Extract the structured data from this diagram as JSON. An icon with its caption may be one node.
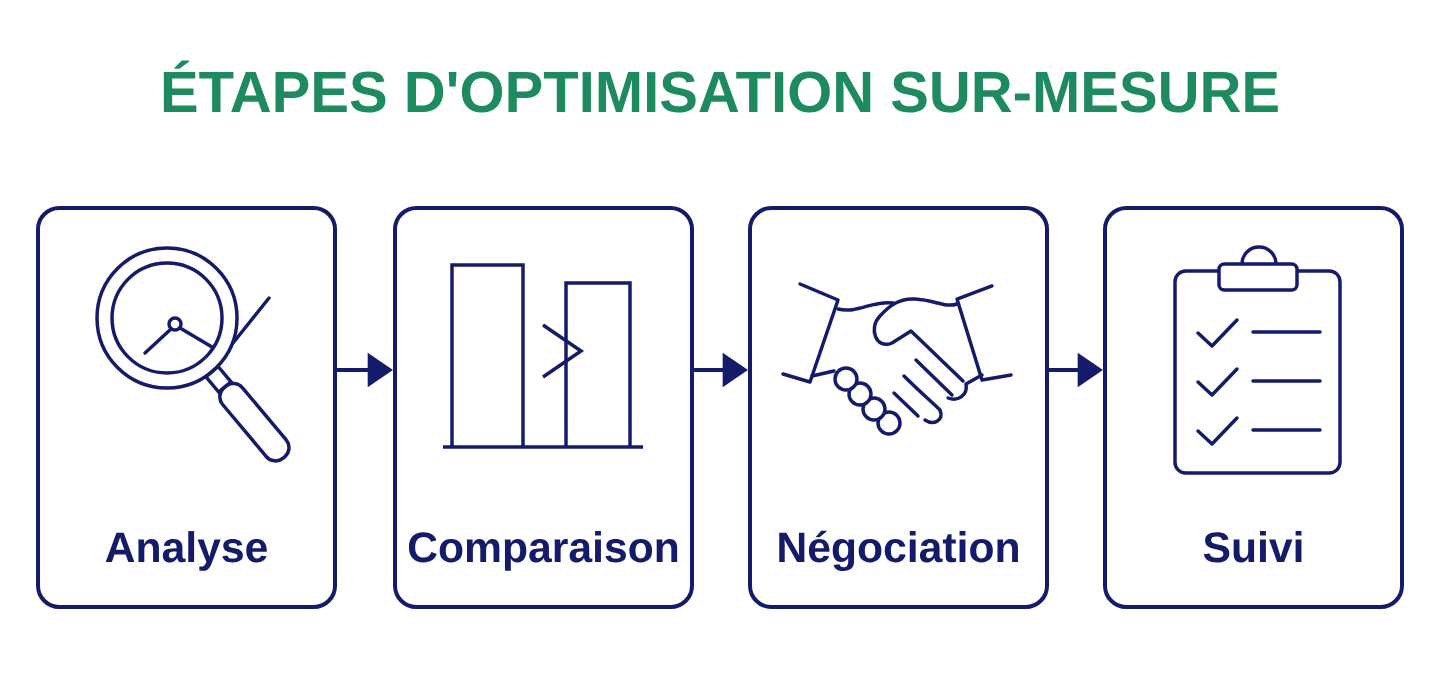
{
  "diagram": {
    "title": "ÉTAPES D'OPTIMISATION SUR-MESURE",
    "nodes": [
      {
        "text": [
          "Analyse"
        ]
      },
      {
        "text": [
          "Comparaison"
        ]
      },
      {
        "text": [
          "Négociation"
        ]
      },
      {
        "text": [
          "Suivi"
        ]
      }
    ],
    "edges": [
      {
        "from": 0,
        "to": 1,
        "arrow": "to"
      },
      {
        "from": 1,
        "to": 2,
        "arrow": "to"
      },
      {
        "from": 2,
        "to": 3,
        "arrow": "to"
      }
    ]
  }
}
